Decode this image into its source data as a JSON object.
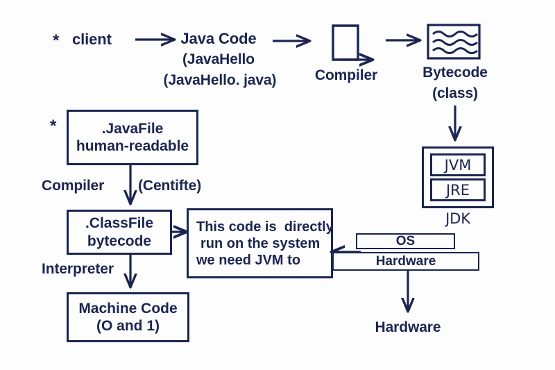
{
  "diagram": {
    "title": "Java compilation and execution flow",
    "colors": {
      "stroke": "#1b2550",
      "text": "#1b2550",
      "background": "#fdfdfe"
    },
    "bullets": {
      "first": "*",
      "second": "*"
    },
    "top_flow": {
      "client_label": "client",
      "java_code": {
        "line1": "Java Code",
        "line2": "(JavaHello",
        "line3": "(JavaHello. java)"
      },
      "compiler_label": "Compiler",
      "bytecode": {
        "line1": "Bytecode",
        "line2": "(class)"
      }
    },
    "left_flow": {
      "java_file_box": {
        "line1": ".JavaFile",
        "line2": "human-readable"
      },
      "compiler_label": "Compiler",
      "centifte_label": "(Centifte)",
      "class_file_box": {
        "line1": ".ClassFile",
        "line2": "bytecode"
      },
      "interpreter_label": "Interpreter",
      "machine_code_box": {
        "line1": "Machine Code",
        "line2": "(O and 1)"
      }
    },
    "note_box": {
      "line1": "This code is  directly",
      "line2": "run on the system",
      "line3": "we need JVM to"
    },
    "right_stack": {
      "jdk": {
        "inner_top": "JVM",
        "inner_bottom": "JRE",
        "label": "JDK"
      },
      "os_label": "OS",
      "hardware_label": "Hardware",
      "hardware_bottom_label": "Hardware"
    },
    "icons": {
      "arrow_client_to_java": "arrow-right-icon",
      "arrow_java_to_compiler": "arrow-right-icon",
      "arrow_compiler_to_bytecode": "arrow-right-icon",
      "compiler_shape": "compiler-box-icon",
      "bytecode_shape": "bytecode-wavy-icon",
      "arrow_bytecode_to_jdk": "arrow-down-icon",
      "arrow_javafile_to_classfile": "arrow-down-icon",
      "arrow_classfile_to_note": "arrow-right-icon",
      "arrow_classfile_to_machine": "arrow-down-icon",
      "arrow_os_to_note": "arrow-left-icon",
      "arrow_hardware_to_bottom": "arrow-down-icon"
    }
  }
}
